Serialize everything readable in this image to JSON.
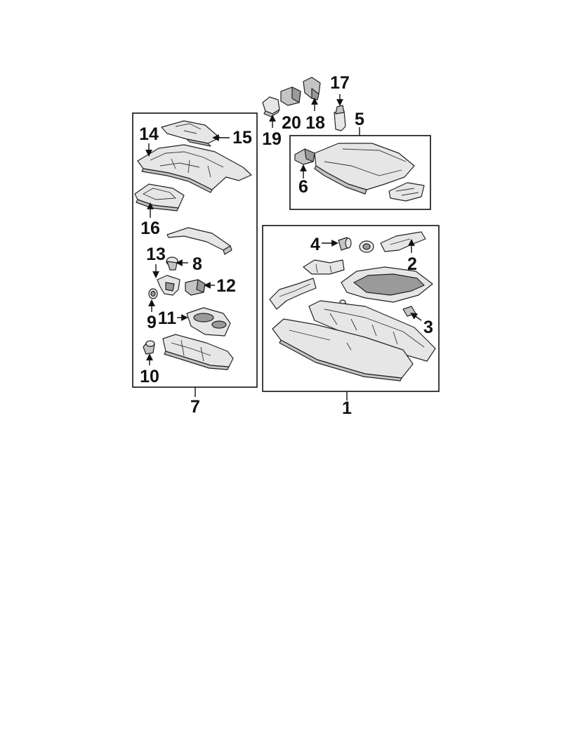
{
  "callouts": {
    "c1": "1",
    "c2": "2",
    "c3": "3",
    "c4": "4",
    "c5": "5",
    "c6": "6",
    "c7": "7",
    "c8": "8",
    "c9": "9",
    "c10": "10",
    "c11": "11",
    "c12": "12",
    "c13": "13",
    "c14": "14",
    "c15": "15",
    "c16": "16",
    "c17": "17",
    "c18": "18",
    "c19": "19",
    "c20": "20"
  },
  "colors": {
    "line": "#111111",
    "part_fill": "#e6e6e6",
    "part_shade": "#9a9a9a",
    "background": "#ffffff"
  }
}
